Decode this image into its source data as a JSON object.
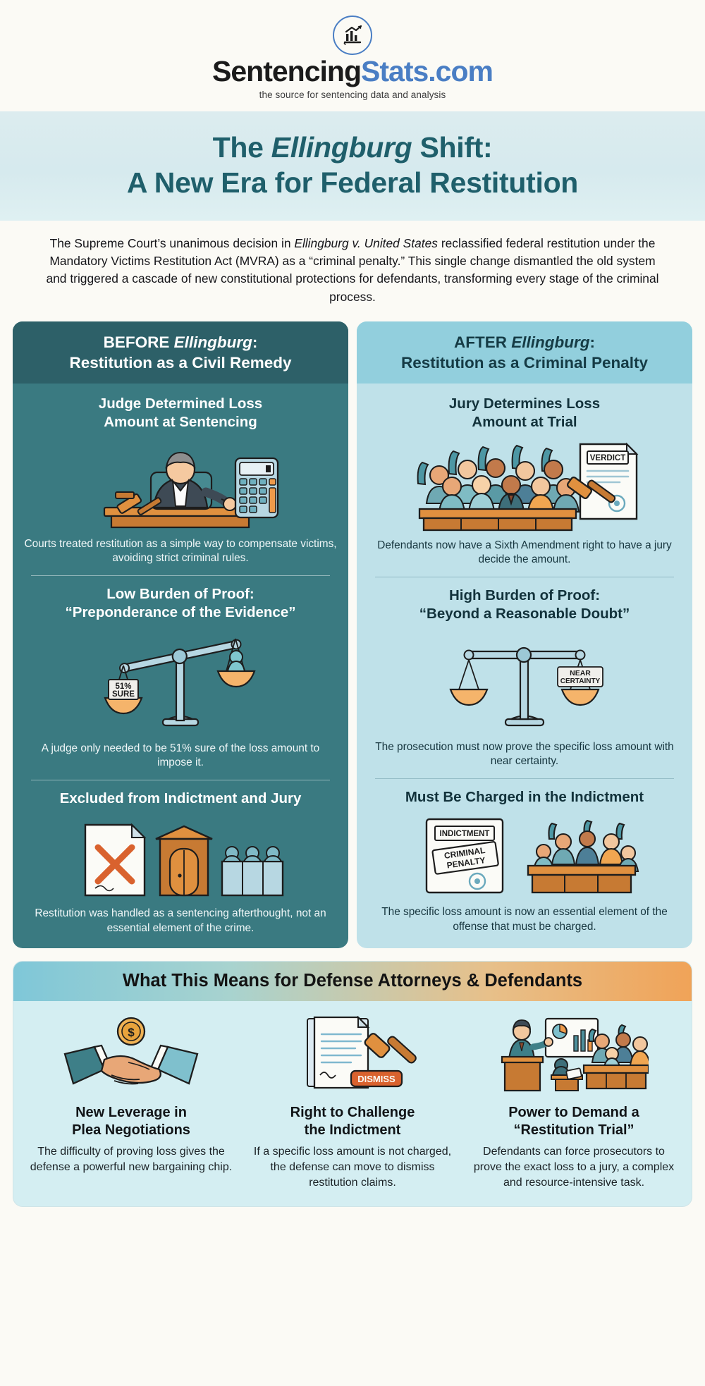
{
  "brand": {
    "logo_icon": "chart-arrow-circle-icon",
    "wordmark_part1": "Sentencing",
    "wordmark_part2": "Stats.com",
    "tagline": "the source for sentencing data and analysis",
    "color_dark": "#1b1b1b",
    "color_blue": "#4a7ec4"
  },
  "title": {
    "line1_pre": "The ",
    "line1_em": "Ellingburg",
    "line1_post": " Shift:",
    "line2": "A New Era for Federal Restitution",
    "color": "#1f5f6b"
  },
  "intro": {
    "part1": "The Supreme Court’s unanimous decision in ",
    "case_name": "Ellingburg v. United States",
    "part2": " reclassified federal restitution under the Mandatory Victims Restitution Act (MVRA) as a “criminal penalty.” This single change dismantled the old system and triggered a cascade of new constitutional protections for defendants, transforming every stage of the criminal process."
  },
  "before_panel": {
    "heading_pre": "BEFORE ",
    "heading_em": "Ellingburg",
    "heading_post": ":",
    "heading_line2": "Restitution as a Civil Remedy",
    "bg_color": "#3a7a81",
    "head_color": "#2d6068",
    "blocks": [
      {
        "title": "Judge Determined Loss\nAmount at Sentencing",
        "art": "judge-with-calculator-illustration",
        "caption": "Courts treated restitution as a simple way to compensate victims, avoiding strict criminal rules."
      },
      {
        "title": "Low Burden of Proof:\n“Preponderance of the Evidence”",
        "art": "tilted-scales-illustration",
        "scale_label": "51%\nSURE",
        "caption": "A judge only needed to be 51% sure of the loss amount to impose it."
      },
      {
        "title": "Excluded from Indictment and Jury",
        "art": "crossed-out-document-courthouse-jurybox-illustration",
        "caption": "Restitution was handled as a sentencing afterthought, not an essential element of the crime."
      }
    ]
  },
  "after_panel": {
    "heading_pre": "AFTER ",
    "heading_em": "Ellingburg",
    "heading_post": ":",
    "heading_line2": "Restitution as a Criminal Penalty",
    "bg_color": "#bfe1e9",
    "head_color": "#92cfdd",
    "blocks": [
      {
        "title": "Jury Determines Loss\nAmount at Trial",
        "art": "cheering-jury-verdict-gavel-illustration",
        "verdict_label": "VERDICT",
        "caption": "Defendants now have a Sixth Amendment right to have a jury decide the amount."
      },
      {
        "title": "High Burden of Proof:\n“Beyond a Reasonable Doubt”",
        "art": "balanced-scales-illustration",
        "scale_label": "NEAR\nCERTAINTY",
        "caption": "The prosecution must now prove the specific loss amount with near certainty."
      },
      {
        "title": "Must Be Charged in the Indictment",
        "art": "indictment-document-jurybox-illustration",
        "doc_label": "INDICTMENT",
        "doc_stamp": "CRIMINAL\nPENALTY",
        "caption": "The specific loss amount is now an essential element of the offense that must be charged."
      }
    ]
  },
  "bottom": {
    "heading": "What This Means for Defense Attorneys & Defendants",
    "columns": [
      {
        "art": "handshake-coin-icon",
        "title": "New Leverage in\nPlea Negotiations",
        "body": "The difficulty of proving loss gives the defense a powerful new bargaining chip."
      },
      {
        "art": "document-gavel-dismiss-icon",
        "stamp": "DISMISS",
        "title": "Right to Challenge\nthe Indictment",
        "body": "If a specific loss amount is not charged, the defense can move to dismiss restitution claims."
      },
      {
        "art": "attorney-presenting-to-jury-icon",
        "title": "Power to Demand a\n“Restitution Trial”",
        "body": "Defendants can force prosecutors to prove the exact loss to a jury, a complex and resource-intensive task."
      }
    ]
  }
}
